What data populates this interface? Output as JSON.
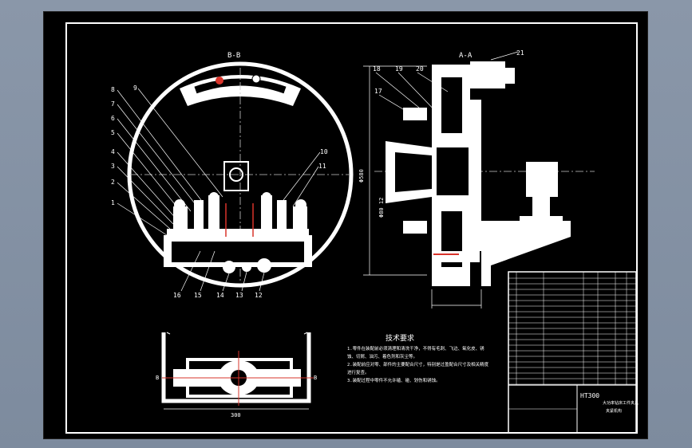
{
  "views": {
    "section_bb_label": "B-B",
    "section_aa_label": "A-A",
    "left_leaders": [
      "8",
      "7",
      "6",
      "5",
      "4",
      "3",
      "2",
      "1"
    ],
    "leader_9": "9",
    "right_leaders": [
      "10",
      "11"
    ],
    "bottom_leaders": [
      "16",
      "15",
      "14",
      "13",
      "12"
    ],
    "aa_leaders": [
      "18",
      "19",
      "20",
      "21",
      "17"
    ]
  },
  "dimensions": {
    "bottom_view_width": "300",
    "aa_vertical_dim": "Φ580",
    "aa_small_vert": "Φ80  12",
    "section_mark_b": "B"
  },
  "tech_requirements": {
    "title": "技术要求",
    "lines": [
      "1.零件在装配前必须清理和清洗干净，不得有毛刺、飞边、氧化皮、锈",
      "蚀、切屑、油污、着色剂和灰尘等。",
      "2.装配前应对零、部件的主要配合尺寸，特别是过盈配合尺寸及相关精度",
      "进行复查。",
      "3.装配过程中零件不允许磕、碰、划伤和锈蚀。"
    ]
  },
  "title_block": {
    "drawing_no": "HT300",
    "drawing_title": "大功率钻床工件夹具",
    "part_name": "夹紧机构"
  }
}
